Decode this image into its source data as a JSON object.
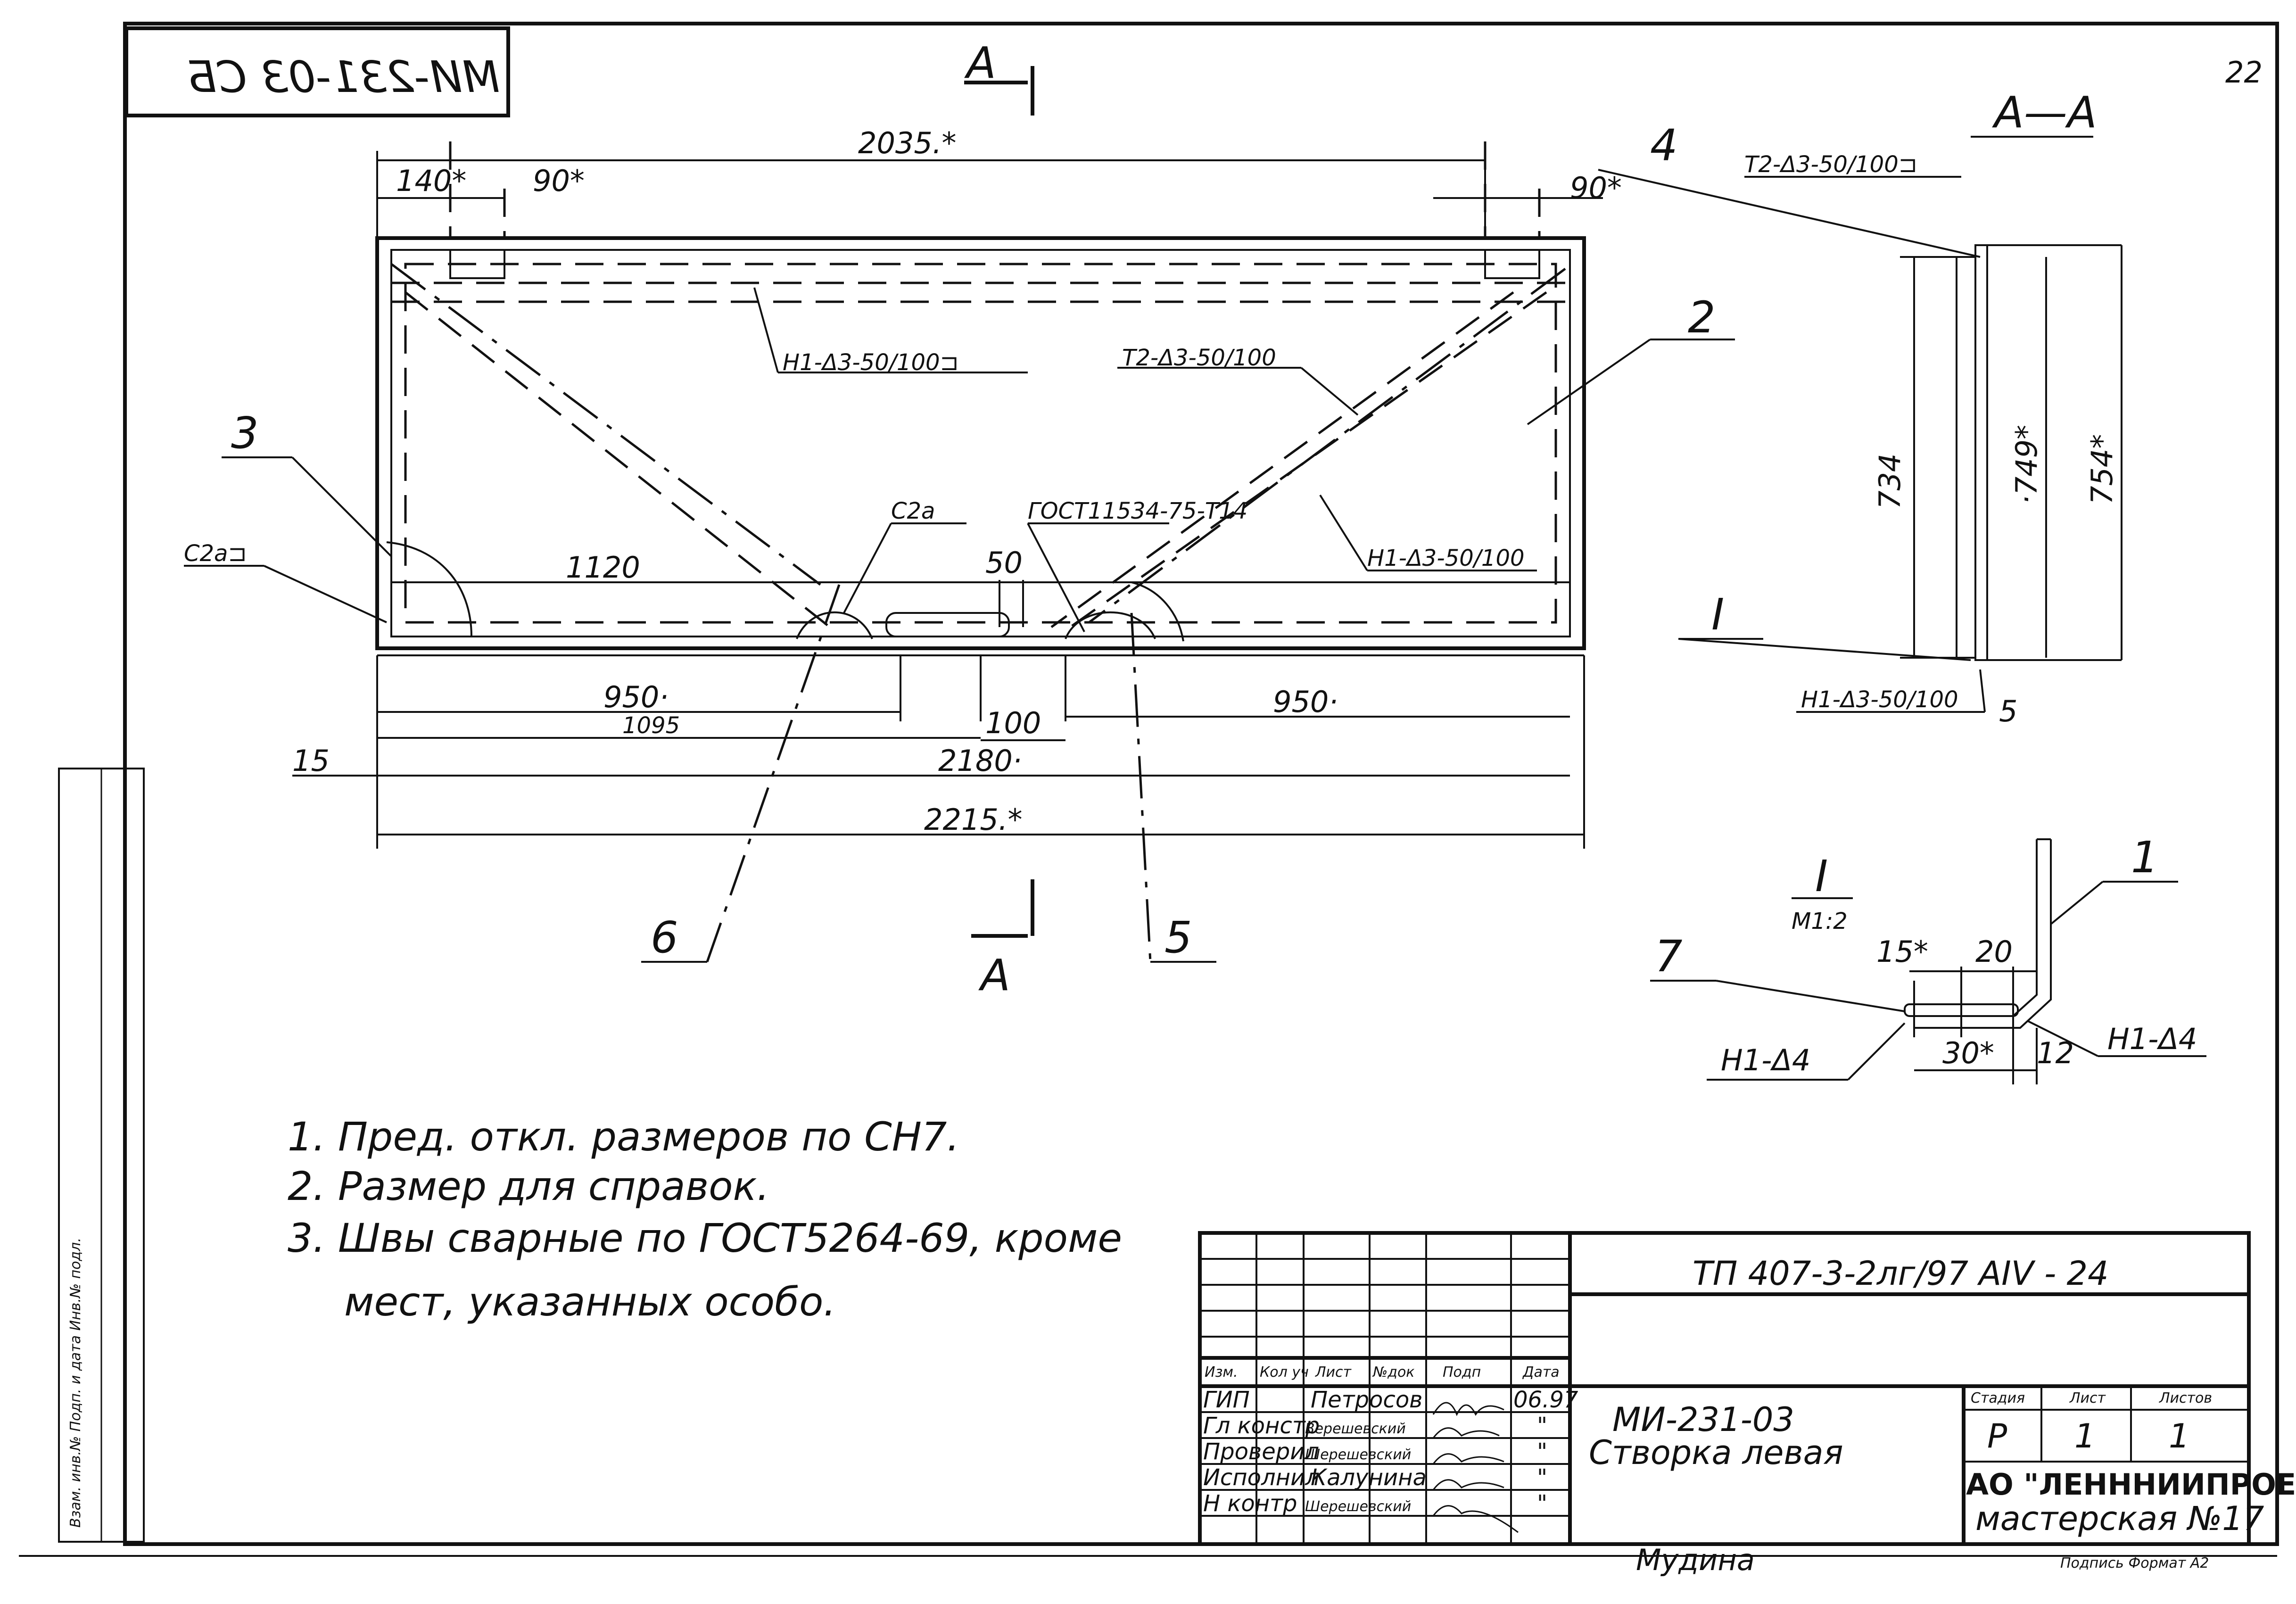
{
  "drawing": {
    "stamp_code_mirrored": "МИ-231-03 СБ",
    "sheet_number": "22",
    "section_marker": "А",
    "section_title": "А—А",
    "dims": {
      "d2035": "2035.*",
      "d140": "140*",
      "d90a": "90*",
      "d90b": "90*",
      "d1120": "1120",
      "d50": "50",
      "d950a": "950·",
      "d1095": "1095",
      "d100": "100",
      "d950b": "950·",
      "d2180": "2180·",
      "d15": "15",
      "d2215": "2215.*",
      "d734": "734",
      "d749": "·749*",
      "d754": "754*",
      "d15b": "15*",
      "d20": "20",
      "d30": "30*",
      "d12": "12"
    },
    "welds": {
      "w_top": "Н1-Δ3-50/100⊐",
      "w_t2": "Т2-Δ3-50/100",
      "w_h1": "Н1-Δ3-50/100",
      "w_c2a": "С2а⊐",
      "w_c2": "С2а",
      "w_gost": "ГОСТ11534-75-Т14",
      "w_sec_top": "Т2-Δ3-50/100⊐",
      "w_sec_bot": "Н1-Δ3-50/100",
      "w_det_l": "Н1-Δ4",
      "w_det_r": "Н1-Δ4"
    },
    "callouts": {
      "c1": "1",
      "c2": "2",
      "c3": "3",
      "c4": "4",
      "c5": "5",
      "c5b": "5",
      "c6": "6",
      "c7": "7"
    },
    "detail": {
      "label": "I",
      "scale": "М1:2",
      "section_mark": "I"
    }
  },
  "notes": [
    "1. Пред. откл. размеров по СН7.",
    "2. Размер для справок.",
    "3. Швы сварные по ГОСТ5264-69, кроме",
    "мест, указанных особо."
  ],
  "title_block": {
    "project_code": "ТП 407-3-2лг/97   АIV - 24",
    "doc_code": "МИ-231-03",
    "doc_title": "Створка левая",
    "header": [
      "Изм.",
      "Кол уч",
      "Лист",
      "№док",
      "Подп",
      "Дата"
    ],
    "rows": [
      {
        "role": "ГИП",
        "name": "Петросов",
        "date": "06.97"
      },
      {
        "role": "Гл констр",
        "name": "Верешевский",
        "date": "\""
      },
      {
        "role": "Проверил",
        "name": "Шерешевский",
        "date": "\""
      },
      {
        "role": "Исполнил",
        "name": "Калунина",
        "date": "\""
      },
      {
        "role": "Н контр",
        "name": "Шерешевский",
        "date": "\""
      }
    ],
    "stage_header": [
      "Стадия",
      "Лист",
      "Листов"
    ],
    "stage_values": [
      "Р",
      "1",
      "1"
    ],
    "org_line1": "АО \"ЛЕНННИИПРОЕКТ\"",
    "org_line2": "мастерская №17",
    "footer_sign": "Мудина",
    "footer_format": "Подпись    Формат А2"
  },
  "side_strip": "Взам. инв.№   Подп. и дата   Инв.№ подл."
}
